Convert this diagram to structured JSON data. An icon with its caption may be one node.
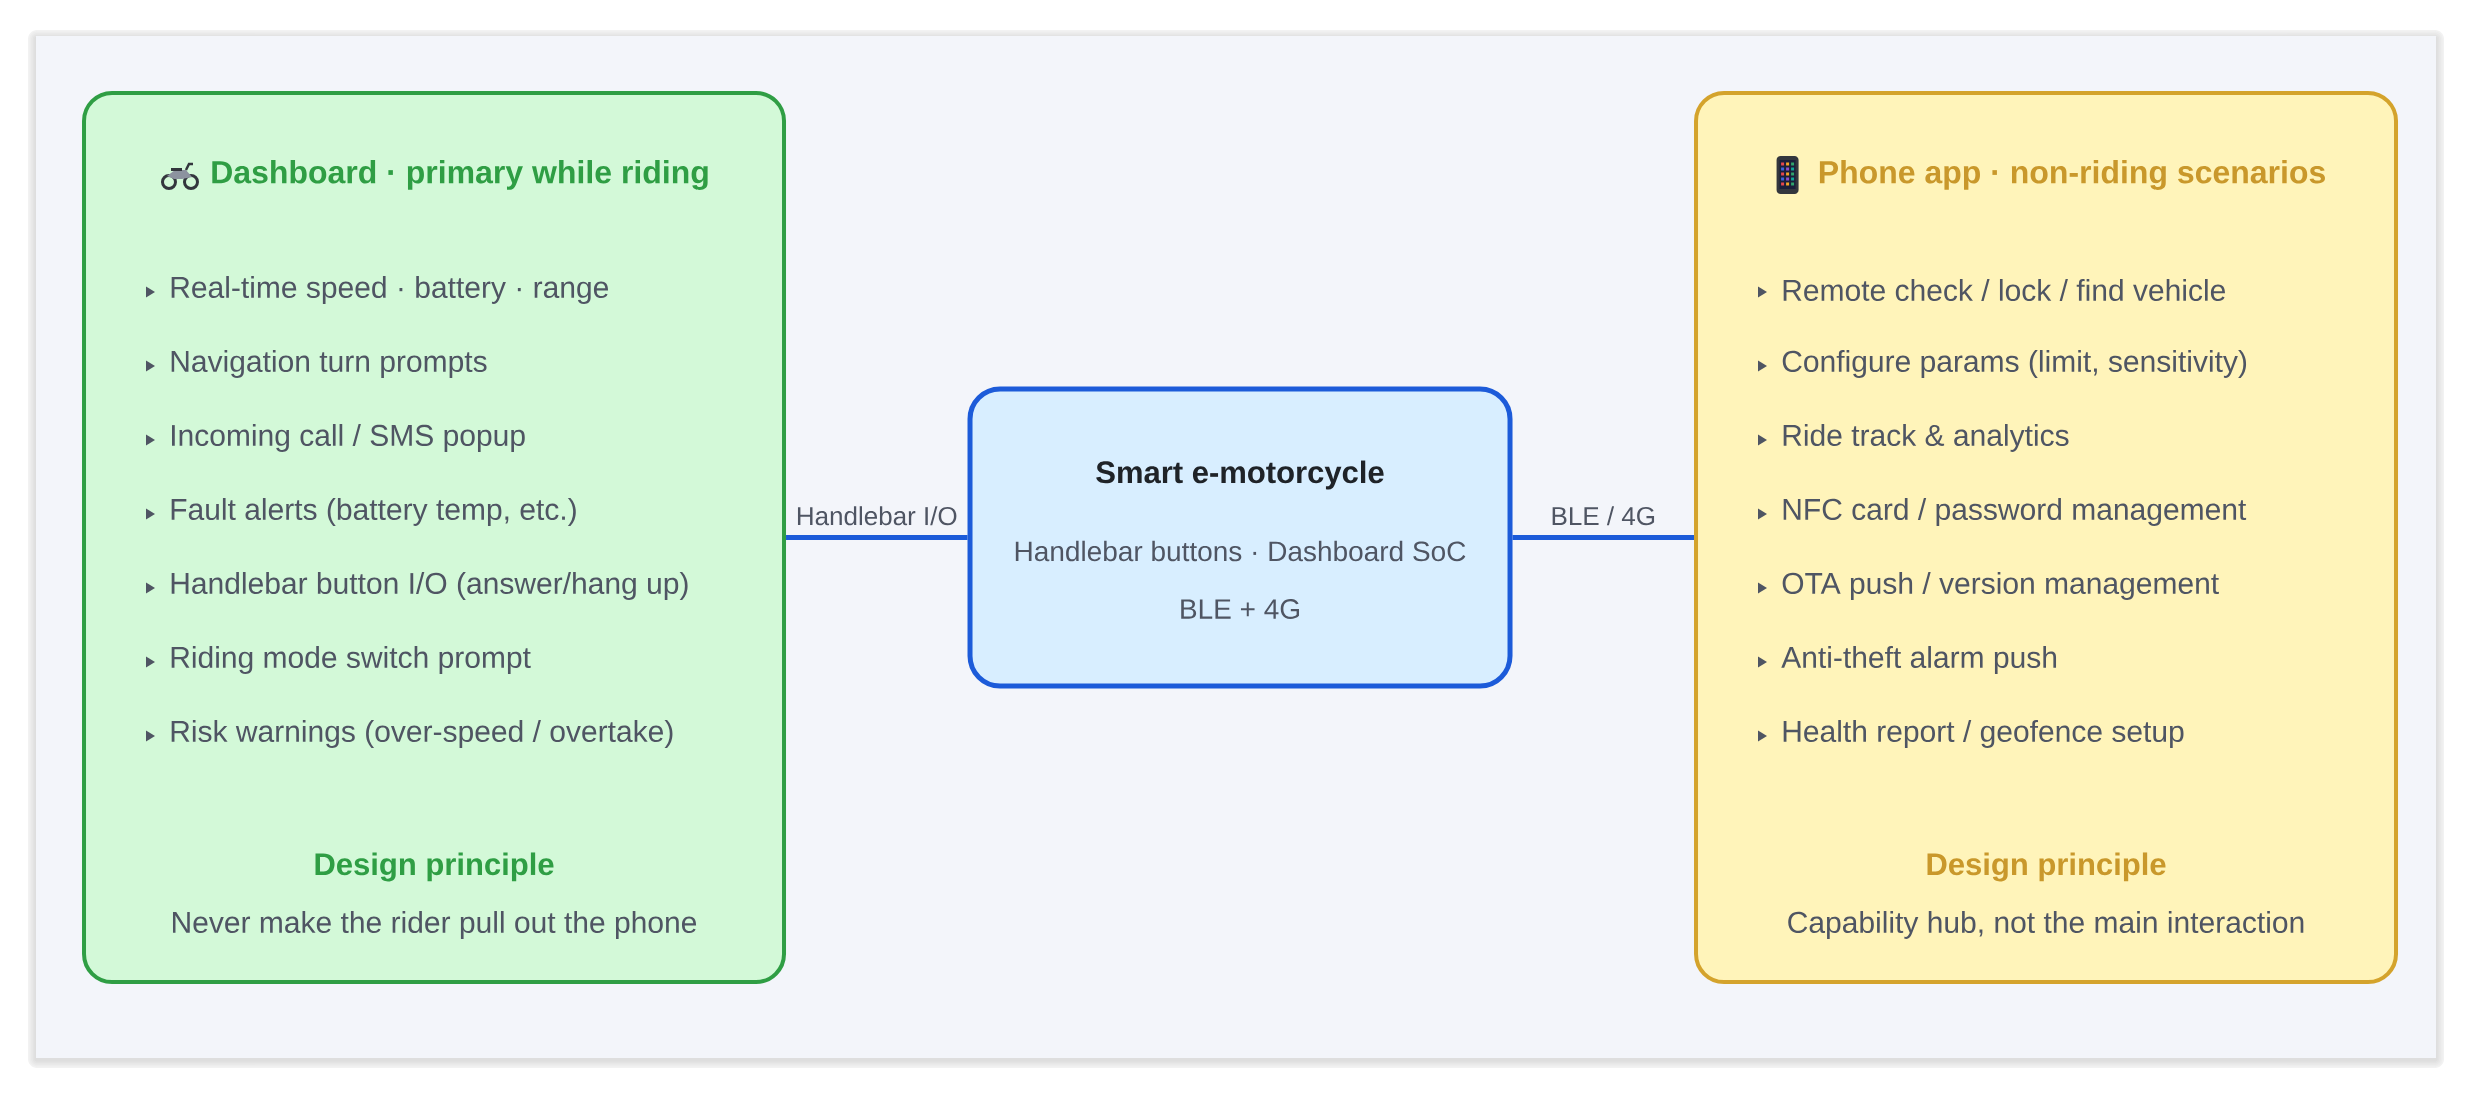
{
  "diagram": {
    "nodes": [
      {
        "text": [
          "Dashboard · primary while riding",
          "Real-time speed · battery · range",
          "Navigation turn prompts",
          "Incoming call / SMS popup",
          "Fault alerts (battery temp, etc.)",
          "Handlebar button I/O (answer/hang up)",
          "Riding mode switch prompt",
          "Risk warnings (over-speed / overtake)",
          "Design principle",
          "Never make the rider pull out the phone"
        ]
      },
      {
        "text": [
          "Smart e-motorcycle",
          "Handlebar buttons · Dashboard SoC",
          "BLE + 4G"
        ]
      },
      {
        "text": [
          "Phone app · non-riding scenarios",
          "Remote check / lock / find vehicle",
          "Configure params (limit, sensitivity)",
          "Ride track & analytics",
          "NFC card / password management",
          "OTA push / version management",
          "Anti-theft alarm push",
          "Health report / geofence setup",
          "Design principle",
          "Capability hub, not the main interaction"
        ]
      }
    ],
    "edges": [
      {
        "from": 0,
        "to": 1,
        "arrow": "none",
        "label": "Handlebar I/O"
      },
      {
        "from": 1,
        "to": 2,
        "arrow": "none",
        "label": "BLE / 4G"
      }
    ]
  }
}
